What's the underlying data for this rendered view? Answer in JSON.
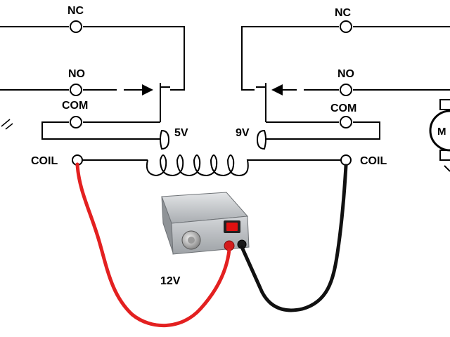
{
  "relay_left": {
    "nc_label": "NC",
    "no_label": "NO",
    "com_label": "COM",
    "coil_label": "COIL",
    "voltage_label": "5V"
  },
  "relay_right": {
    "nc_label": "NC",
    "no_label": "NO",
    "com_label": "COM",
    "coil_label": "COIL",
    "voltage_label": "9V"
  },
  "supply": {
    "voltage_label": "12V"
  },
  "motor": {
    "label": "M"
  },
  "colors": {
    "wire": "#000000",
    "positive_lead": "#e32020",
    "negative_lead": "#111111",
    "switch_lamp": "#e01010",
    "supply_body": "#b9bcc0"
  }
}
